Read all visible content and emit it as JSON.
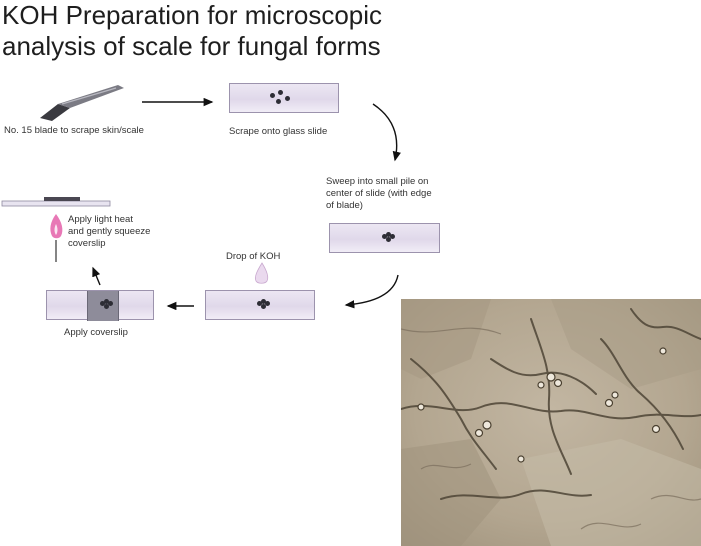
{
  "title": {
    "line1": "KOH Preparation for microscopic",
    "line2": "analysis of scale for fungal forms"
  },
  "steps": {
    "blade_caption": "No. 15 blade to scrape skin/scale",
    "scrape_caption": "Scrape onto glass slide",
    "sweep_caption": [
      "Sweep into small pile on",
      "center of slide (with edge",
      "of blade)"
    ],
    "koh_caption": "Drop of KOH",
    "coverslip_caption": "Apply coverslip",
    "heat_caption": [
      "Apply light heat",
      "and gently squeeze",
      "coverslip"
    ]
  },
  "colors": {
    "slide": "#e5deee",
    "slide_border": "#9c93ad",
    "coverslip": "#8e8c9a",
    "flame": "#e878b6",
    "koh_drop": "#ead9ee",
    "arrow": "#111111",
    "micrograph_bg": "#b6a993"
  },
  "icons": [
    "scalpel-icon",
    "flame-icon",
    "koh-drop-icon"
  ]
}
